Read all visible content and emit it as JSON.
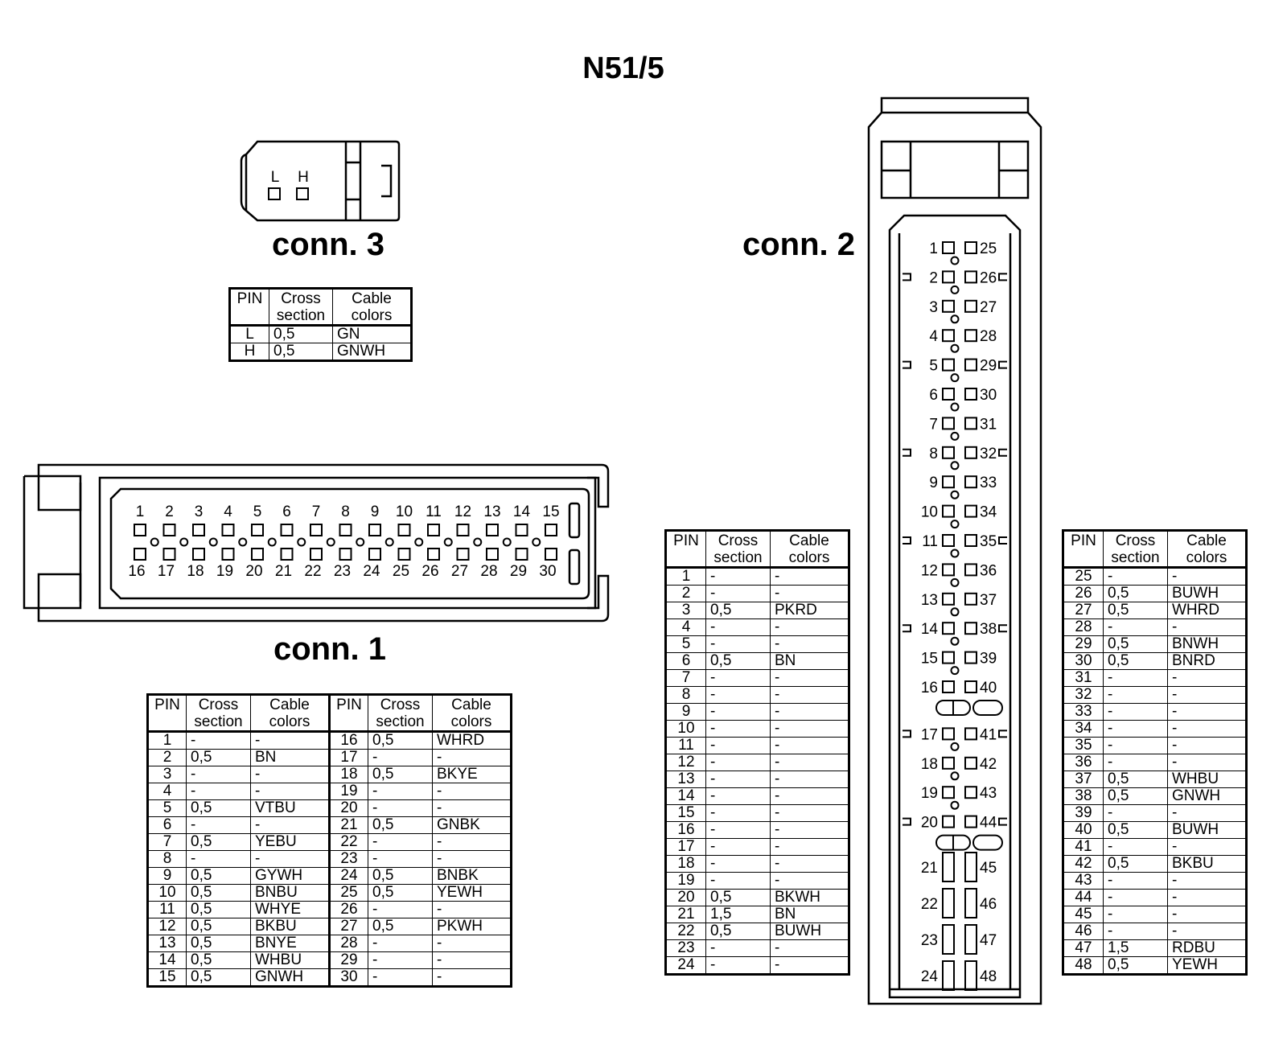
{
  "title": "N51/5",
  "headers": {
    "pin": "PIN",
    "cross_section": "Cross section",
    "cross_line1": "Cross",
    "cross_line2": "section",
    "colors_line1": "Cable",
    "colors_line2": "colors"
  },
  "conn3": {
    "label": "conn. 3",
    "pin_labels": [
      "L",
      "H"
    ],
    "rows": [
      {
        "pin": "L",
        "cross": "0,5",
        "color": "GN"
      },
      {
        "pin": "H",
        "cross": "0,5",
        "color": "GNWH"
      }
    ]
  },
  "conn1": {
    "label": "conn. 1",
    "top_pins": [
      "1",
      "2",
      "3",
      "4",
      "5",
      "6",
      "7",
      "8",
      "9",
      "10",
      "11",
      "12",
      "13",
      "14",
      "15"
    ],
    "bottom_pins": [
      "16",
      "17",
      "18",
      "19",
      "20",
      "21",
      "22",
      "23",
      "24",
      "25",
      "26",
      "27",
      "28",
      "29",
      "30"
    ],
    "rows_left": [
      {
        "pin": "1",
        "cross": "-",
        "color": "-"
      },
      {
        "pin": "2",
        "cross": "0,5",
        "color": "BN"
      },
      {
        "pin": "3",
        "cross": "-",
        "color": "-"
      },
      {
        "pin": "4",
        "cross": "-",
        "color": "-"
      },
      {
        "pin": "5",
        "cross": "0,5",
        "color": "VTBU"
      },
      {
        "pin": "6",
        "cross": "-",
        "color": "-"
      },
      {
        "pin": "7",
        "cross": "0,5",
        "color": "YEBU"
      },
      {
        "pin": "8",
        "cross": "-",
        "color": "-"
      },
      {
        "pin": "9",
        "cross": "0,5",
        "color": "GYWH"
      },
      {
        "pin": "10",
        "cross": "0,5",
        "color": "BNBU"
      },
      {
        "pin": "11",
        "cross": "0,5",
        "color": "WHYE"
      },
      {
        "pin": "12",
        "cross": "0,5",
        "color": "BKBU"
      },
      {
        "pin": "13",
        "cross": "0,5",
        "color": "BNYE"
      },
      {
        "pin": "14",
        "cross": "0,5",
        "color": "WHBU"
      },
      {
        "pin": "15",
        "cross": "0,5",
        "color": "GNWH"
      }
    ],
    "rows_right": [
      {
        "pin": "16",
        "cross": "0,5",
        "color": "WHRD"
      },
      {
        "pin": "17",
        "cross": "-",
        "color": "-"
      },
      {
        "pin": "18",
        "cross": "0,5",
        "color": "BKYE"
      },
      {
        "pin": "19",
        "cross": "-",
        "color": "-"
      },
      {
        "pin": "20",
        "cross": "-",
        "color": "-"
      },
      {
        "pin": "21",
        "cross": "0,5",
        "color": "GNBK"
      },
      {
        "pin": "22",
        "cross": "-",
        "color": "-"
      },
      {
        "pin": "23",
        "cross": "-",
        "color": "-"
      },
      {
        "pin": "24",
        "cross": "0,5",
        "color": "BNBK"
      },
      {
        "pin": "25",
        "cross": "0,5",
        "color": "YEWH"
      },
      {
        "pin": "26",
        "cross": "-",
        "color": "-"
      },
      {
        "pin": "27",
        "cross": "0,5",
        "color": "PKWH"
      },
      {
        "pin": "28",
        "cross": "-",
        "color": "-"
      },
      {
        "pin": "29",
        "cross": "-",
        "color": "-"
      },
      {
        "pin": "30",
        "cross": "-",
        "color": "-"
      }
    ]
  },
  "conn2": {
    "label": "conn. 2",
    "left_pins": [
      "1",
      "2",
      "3",
      "4",
      "5",
      "6",
      "7",
      "8",
      "9",
      "10",
      "11",
      "12",
      "13",
      "14",
      "15",
      "16",
      "17",
      "18",
      "19",
      "20",
      "21",
      "22",
      "23",
      "24"
    ],
    "right_pins": [
      "25",
      "26",
      "27",
      "28",
      "29",
      "30",
      "31",
      "32",
      "33",
      "34",
      "35",
      "36",
      "37",
      "38",
      "39",
      "40",
      "41",
      "42",
      "43",
      "44",
      "45",
      "46",
      "47",
      "48"
    ],
    "rows_a": [
      {
        "pin": "1",
        "cross": "-",
        "color": "-"
      },
      {
        "pin": "2",
        "cross": "-",
        "color": "-"
      },
      {
        "pin": "3",
        "cross": "0,5",
        "color": "PKRD"
      },
      {
        "pin": "4",
        "cross": "-",
        "color": "-"
      },
      {
        "pin": "5",
        "cross": "-",
        "color": "-"
      },
      {
        "pin": "6",
        "cross": "0,5",
        "color": "BN"
      },
      {
        "pin": "7",
        "cross": "-",
        "color": "-"
      },
      {
        "pin": "8",
        "cross": "-",
        "color": "-"
      },
      {
        "pin": "9",
        "cross": "-",
        "color": "-"
      },
      {
        "pin": "10",
        "cross": "-",
        "color": "-"
      },
      {
        "pin": "11",
        "cross": "-",
        "color": "-"
      },
      {
        "pin": "12",
        "cross": "-",
        "color": "-"
      },
      {
        "pin": "13",
        "cross": "-",
        "color": "-"
      },
      {
        "pin": "14",
        "cross": "-",
        "color": "-"
      },
      {
        "pin": "15",
        "cross": "-",
        "color": "-"
      },
      {
        "pin": "16",
        "cross": "-",
        "color": "-"
      },
      {
        "pin": "17",
        "cross": "-",
        "color": "-"
      },
      {
        "pin": "18",
        "cross": "-",
        "color": "-"
      },
      {
        "pin": "19",
        "cross": "-",
        "color": "-"
      },
      {
        "pin": "20",
        "cross": "0,5",
        "color": "BKWH"
      },
      {
        "pin": "21",
        "cross": "1,5",
        "color": "BN"
      },
      {
        "pin": "22",
        "cross": "0,5",
        "color": "BUWH"
      },
      {
        "pin": "23",
        "cross": "-",
        "color": "-"
      },
      {
        "pin": "24",
        "cross": "-",
        "color": "-"
      }
    ],
    "rows_b": [
      {
        "pin": "25",
        "cross": "-",
        "color": "-"
      },
      {
        "pin": "26",
        "cross": "0,5",
        "color": "BUWH"
      },
      {
        "pin": "27",
        "cross": "0,5",
        "color": "WHRD"
      },
      {
        "pin": "28",
        "cross": "-",
        "color": "-"
      },
      {
        "pin": "29",
        "cross": "0,5",
        "color": "BNWH"
      },
      {
        "pin": "30",
        "cross": "0,5",
        "color": "BNRD"
      },
      {
        "pin": "31",
        "cross": "-",
        "color": "-"
      },
      {
        "pin": "32",
        "cross": "-",
        "color": "-"
      },
      {
        "pin": "33",
        "cross": "-",
        "color": "-"
      },
      {
        "pin": "34",
        "cross": "-",
        "color": "-"
      },
      {
        "pin": "35",
        "cross": "-",
        "color": "-"
      },
      {
        "pin": "36",
        "cross": "-",
        "color": "-"
      },
      {
        "pin": "37",
        "cross": "0,5",
        "color": "WHBU"
      },
      {
        "pin": "38",
        "cross": "0,5",
        "color": "GNWH"
      },
      {
        "pin": "39",
        "cross": "-",
        "color": "-"
      },
      {
        "pin": "40",
        "cross": "0,5",
        "color": "BUWH"
      },
      {
        "pin": "41",
        "cross": "-",
        "color": "-"
      },
      {
        "pin": "42",
        "cross": "0,5",
        "color": "BKBU"
      },
      {
        "pin": "43",
        "cross": "-",
        "color": "-"
      },
      {
        "pin": "44",
        "cross": "-",
        "color": "-"
      },
      {
        "pin": "45",
        "cross": "-",
        "color": "-"
      },
      {
        "pin": "46",
        "cross": "-",
        "color": "-"
      },
      {
        "pin": "47",
        "cross": "1,5",
        "color": "RDBU"
      },
      {
        "pin": "48",
        "cross": "0,5",
        "color": "YEWH"
      }
    ]
  }
}
